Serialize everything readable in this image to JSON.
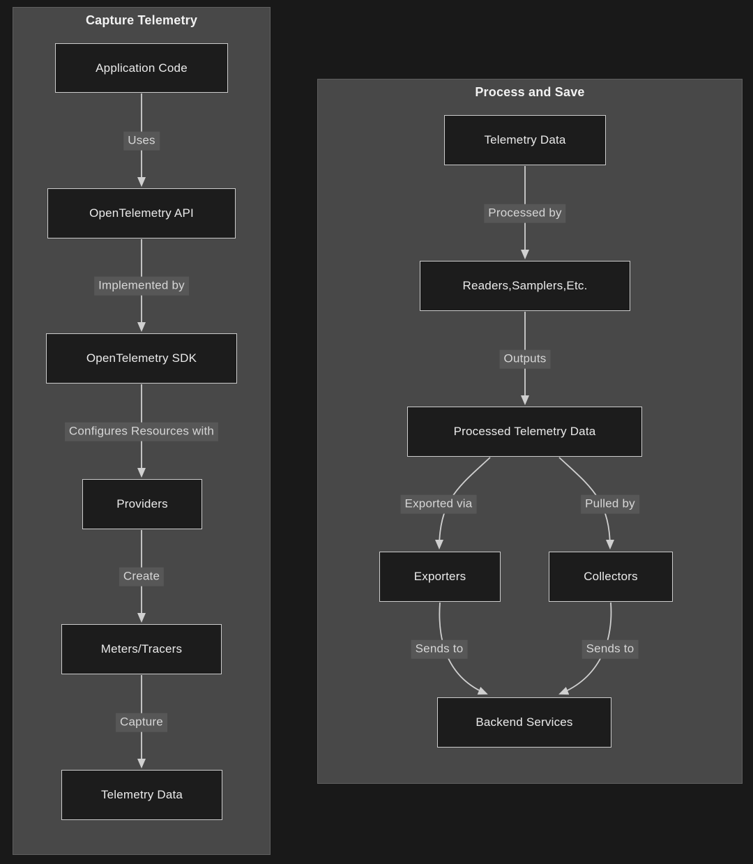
{
  "theme": {
    "page_bg": "#191919",
    "panel_bg": "#484848",
    "panel_border": "#5f5f5f",
    "node_bg": "#1c1c1c",
    "node_border": "#cccccc",
    "node_text": "#eaeaea",
    "title_text": "#f2f2f2",
    "edge_color": "#d0d0d0",
    "edge_label_bg": "#575757",
    "edge_label_text": "#d6d6d6"
  },
  "diagram_type": "flowchart",
  "subgraphs": [
    {
      "title": "Capture Telemetry",
      "nodes": [
        {
          "label": "Application Code"
        },
        {
          "label": "OpenTelemetry API"
        },
        {
          "label": "OpenTelemetry SDK"
        },
        {
          "label": "Providers"
        },
        {
          "label": "Meters/Tracers"
        },
        {
          "label": "Telemetry Data"
        }
      ],
      "edges": [
        {
          "from": "Application Code",
          "to": "OpenTelemetry API",
          "label": "Uses"
        },
        {
          "from": "OpenTelemetry API",
          "to": "OpenTelemetry SDK",
          "label": "Implemented by"
        },
        {
          "from": "OpenTelemetry SDK",
          "to": "Providers",
          "label": "Configures Resources with"
        },
        {
          "from": "Providers",
          "to": "Meters/Tracers",
          "label": "Create"
        },
        {
          "from": "Meters/Tracers",
          "to": "Telemetry Data",
          "label": "Capture"
        }
      ]
    },
    {
      "title": "Process and Save",
      "nodes": [
        {
          "label": "Telemetry Data"
        },
        {
          "label": "Readers,Samplers,Etc."
        },
        {
          "label": "Processed Telemetry Data"
        },
        {
          "label": "Exporters"
        },
        {
          "label": "Collectors"
        },
        {
          "label": "Backend Services"
        }
      ],
      "edges": [
        {
          "from": "Telemetry Data",
          "to": "Readers,Samplers,Etc.",
          "label": "Processed by"
        },
        {
          "from": "Readers,Samplers,Etc.",
          "to": "Processed Telemetry Data",
          "label": "Outputs"
        },
        {
          "from": "Processed Telemetry Data",
          "to": "Exporters",
          "label": "Exported via"
        },
        {
          "from": "Processed Telemetry Data",
          "to": "Collectors",
          "label": "Pulled by"
        },
        {
          "from": "Exporters",
          "to": "Backend Services",
          "label": "Sends to"
        },
        {
          "from": "Collectors",
          "to": "Backend Services",
          "label": "Sends to"
        }
      ]
    }
  ]
}
